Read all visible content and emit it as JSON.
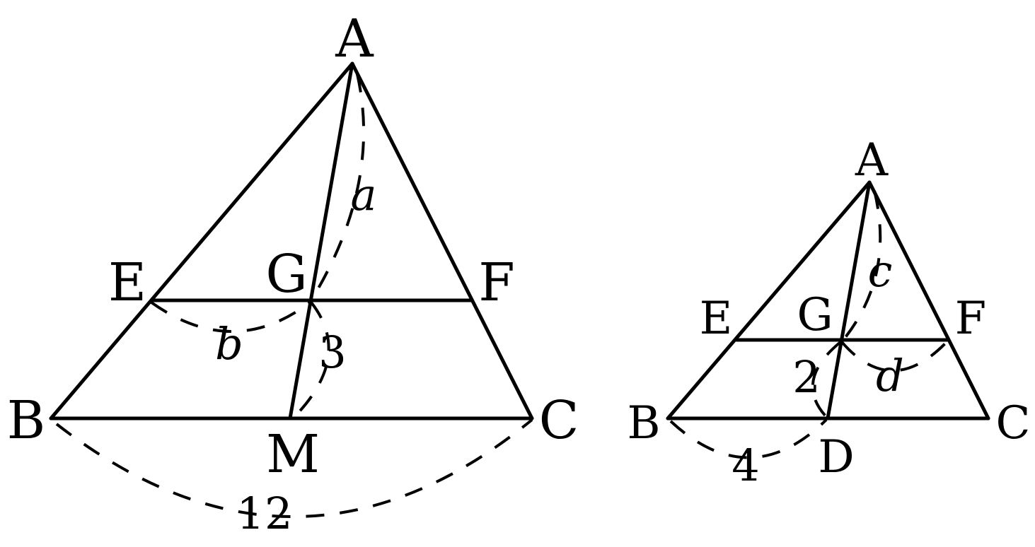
{
  "figure_1": {
    "points": {
      "A": "A",
      "B": "B",
      "C": "C",
      "E": "E",
      "F": "F",
      "G": "G",
      "M": "M"
    },
    "labels": {
      "a": "a",
      "b": "b",
      "three": "3",
      "twelve": "12"
    }
  },
  "figure_2": {
    "points": {
      "A": "A",
      "B": "B",
      "C": "C",
      "E": "E",
      "F": "F",
      "G": "G",
      "D": "D"
    },
    "labels": {
      "c": "c",
      "d": "d",
      "two": "2",
      "four": "4"
    }
  }
}
